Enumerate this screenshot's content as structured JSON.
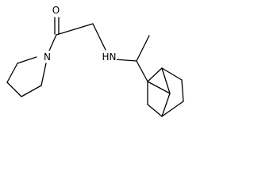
{
  "molecule": {
    "atom_labels": {
      "oxygen": "O",
      "amine_nitrogen": "HN",
      "pyrrolidine_nitrogen": "N"
    },
    "colors": {
      "bond": "#000000",
      "label": "#000000",
      "background": "#ffffff"
    }
  }
}
